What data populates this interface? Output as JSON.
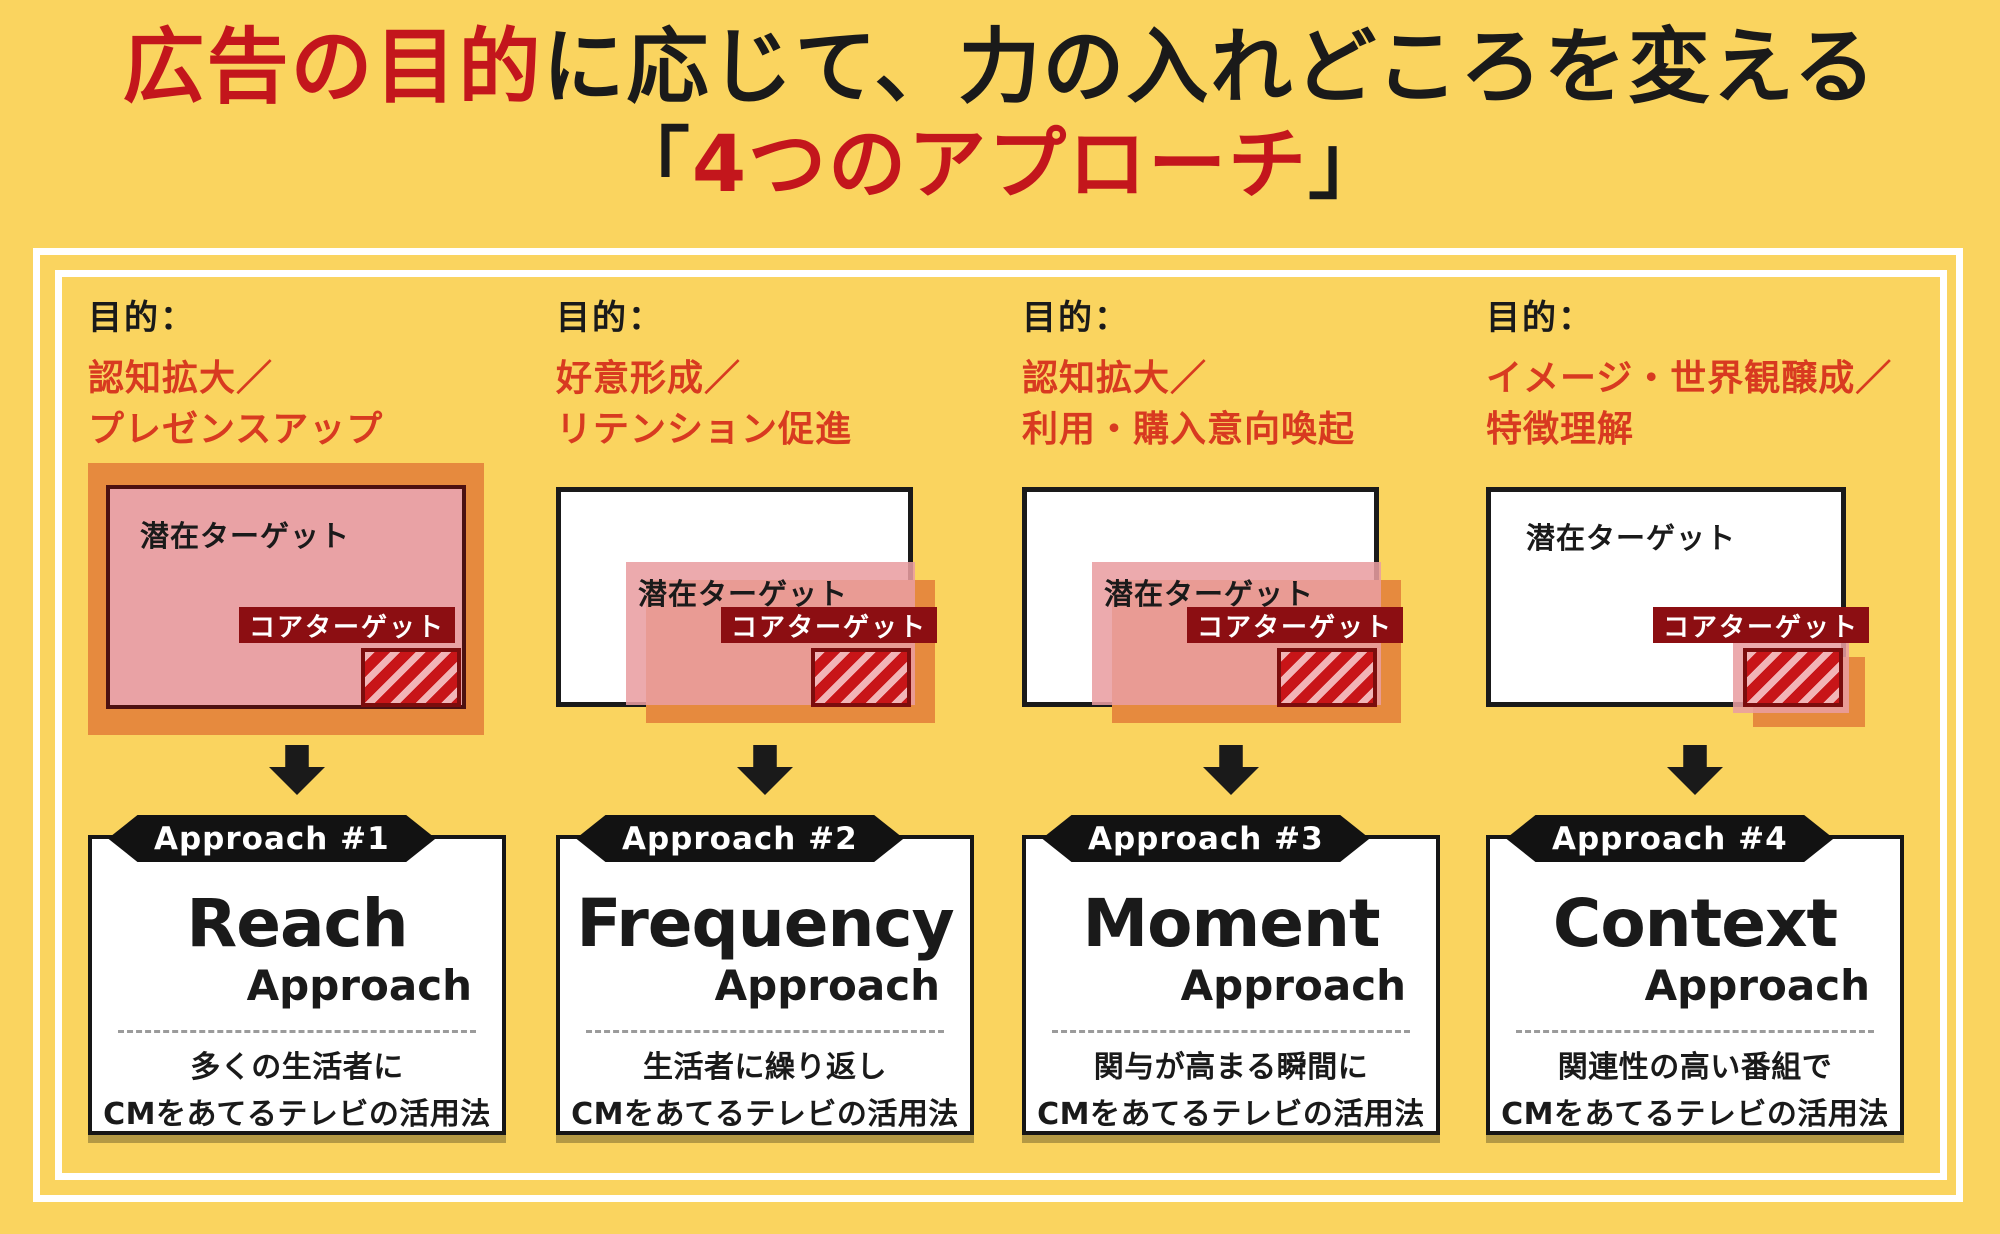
{
  "title": {
    "line1_red": "広告の目的",
    "line1_black": "に応じて、力の入れどころを変える",
    "line2_open": "「",
    "line2_red": "4つのアプローチ",
    "line2_close": "」"
  },
  "colors": {
    "background_yellow": "#FAD45F",
    "title_red": "#C3161C",
    "purpose_red": "#D83A20",
    "highlight_orange": "#E68A3E",
    "highlight_pink": "#E9A2A5",
    "core_dark_red": "#8C0E12",
    "stripe_red": "#C81518",
    "text_black": "#1A1A1A",
    "frame_white": "#FFFFFF"
  },
  "columns": [
    {
      "purpose_label": "目的：",
      "purpose_line1": "認知拡大／",
      "purpose_line2": "プレゼンスアップ",
      "diagram": {
        "variant": "full-highlight",
        "potential_label": "潜在ターゲット",
        "core_label": "コアターゲット"
      },
      "badge": "Approach #1",
      "name_en": "Reach",
      "name_sub": "Approach",
      "desc_line1": "多くの生活者に",
      "desc_line2": "CMをあてるテレビの活用法"
    },
    {
      "purpose_label": "目的：",
      "purpose_line1": "好意形成／",
      "purpose_line2": "リテンション促進",
      "diagram": {
        "variant": "partial-highlight",
        "potential_label": "潜在ターゲット",
        "core_label": "コアターゲット"
      },
      "badge": "Approach #2",
      "name_en": "Frequency",
      "name_sub": "Approach",
      "desc_line1": "生活者に繰り返し",
      "desc_line2": "CMをあてるテレビの活用法"
    },
    {
      "purpose_label": "目的：",
      "purpose_line1": "認知拡大／",
      "purpose_line2": "利用・購入意向喚起",
      "diagram": {
        "variant": "partial-highlight",
        "potential_label": "潜在ターゲット",
        "core_label": "コアターゲット"
      },
      "badge": "Approach #3",
      "name_en": "Moment",
      "name_sub": "Approach",
      "desc_line1": "関与が高まる瞬間に",
      "desc_line2": "CMをあてるテレビの活用法"
    },
    {
      "purpose_label": "目的：",
      "purpose_line1": "イメージ・世界観醸成／",
      "purpose_line2": "特徴理解",
      "diagram": {
        "variant": "core-highlight",
        "potential_label": "潜在ターゲット",
        "core_label": "コアターゲット"
      },
      "badge": "Approach #4",
      "name_en": "Context",
      "name_sub": "Approach",
      "desc_line1": "関連性の高い番組で",
      "desc_line2": "CMをあてるテレビの活用法"
    }
  ]
}
